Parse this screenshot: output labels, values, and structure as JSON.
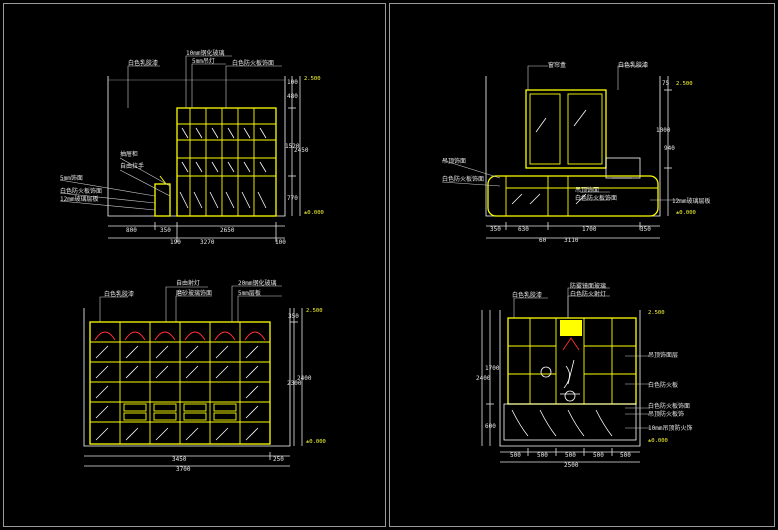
{
  "sheet_a": {
    "note_paint": "白色乳胶漆",
    "note_glass": "10mm钢化玻璃",
    "note_light": "5mm吊灯",
    "note_panel": "白色防火板饰面",
    "note_drawer": "抽屉柜",
    "note_handle": "自由拉手",
    "note_board": "5mm饰面",
    "note_side1": "白色防火板饰面",
    "note_side2": "12mm玻璃层板",
    "dims_bottom": [
      "800",
      "350",
      "2650"
    ],
    "dims_total": [
      "190",
      "3270",
      "100"
    ],
    "dims_right": [
      "100",
      "480",
      "1520",
      "2450",
      "770"
    ],
    "level_top": "2.500",
    "level_bot": "±0.000"
  },
  "sheet_b": {
    "note_paint_l": "窗帘盒",
    "note_paint_r": "白色乳胶漆",
    "note_l1": "吊顶饰面",
    "note_l2": "白色防火板饰面",
    "note_r1": "吊顶饰面",
    "note_r2": "白色防火板饰面",
    "note_r3": "12mm玻璃层板",
    "dims_bottom": [
      "350",
      "630",
      "1700",
      "350"
    ],
    "dims_total": [
      "60",
      "3110"
    ],
    "dims_right": [
      "75",
      "1000",
      "940"
    ],
    "level_top": "2.500",
    "level_bot": "±0.000"
  },
  "sheet_c": {
    "note_paint": "白色乳胶漆",
    "note_light": "自由射灯",
    "note_glass_l": "磨砂玻璃饰面",
    "note_glass": "20mm钢化玻璃",
    "note_shelf": "5mm层板",
    "dims_bottom": [
      "3450",
      "250"
    ],
    "dims_total": [
      "3700"
    ],
    "dims_right": [
      "350",
      "2300",
      "2400"
    ],
    "level_top": "2.500",
    "level_bot": "±0.000"
  },
  "sheet_d": {
    "note_top1": "防雾镜面玻璃",
    "note_top2": "白色防火射灯",
    "note_paint": "白色乳胶漆",
    "note_r1": "吊顶饰面层",
    "note_r2": "白色防火板",
    "note_r3": "白色防火板饰面",
    "note_r4": "吊顶防火板饰",
    "note_r5": "10mm吊顶防火饰",
    "dims_bottom": [
      "500",
      "500",
      "500",
      "500",
      "500"
    ],
    "dims_total": [
      "2500"
    ],
    "dims_left": [
      "1700",
      "2400",
      "600"
    ],
    "level_top": "2.500",
    "level_bot": "±0.000"
  }
}
